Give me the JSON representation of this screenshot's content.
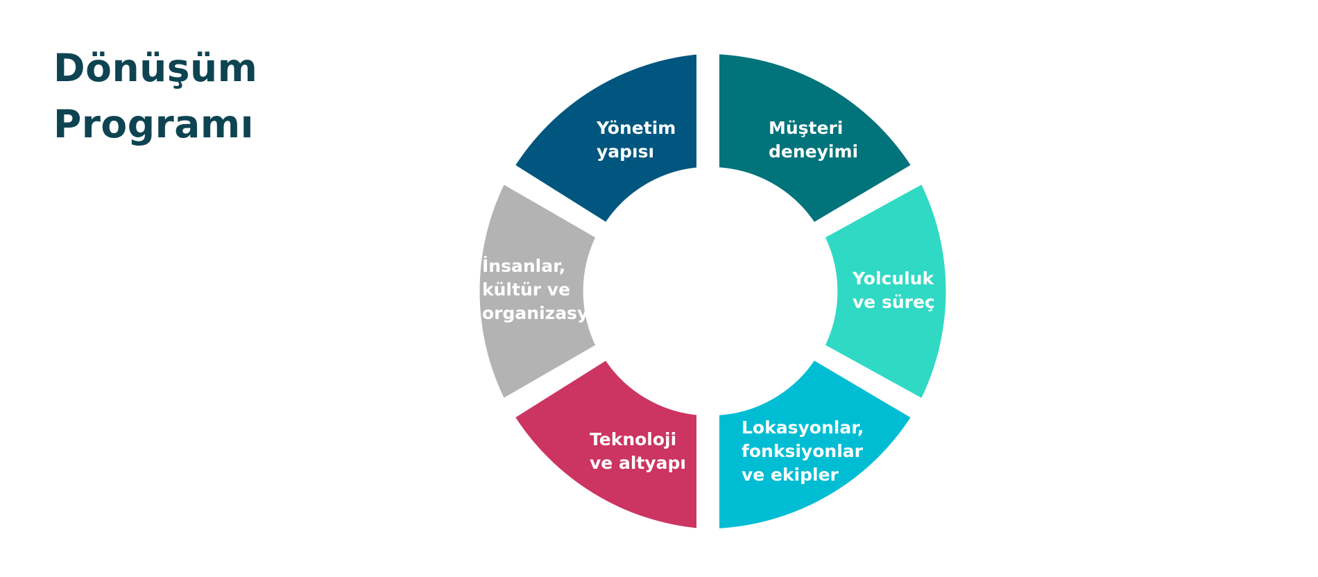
{
  "title": {
    "line1": "Dönüşüm",
    "line2": "Programı"
  },
  "diagram": {
    "type": "cycle-donut",
    "segments": [
      {
        "id": "yonetim",
        "color": "#00567e",
        "label_lines": [
          "Yönetim",
          "yapısı"
        ]
      },
      {
        "id": "musteri",
        "color": "#00737b",
        "label_lines": [
          "Müşteri",
          "deneyimi"
        ]
      },
      {
        "id": "yolculuk",
        "color": "#30d9c4",
        "label_lines": [
          "Yolculuk",
          "ve süreç"
        ]
      },
      {
        "id": "lokasyonlar",
        "color": "#00bdd3",
        "label_lines": [
          "Lokasyonlar,",
          "fonksiyonlar",
          "ve ekipler"
        ]
      },
      {
        "id": "teknoloji",
        "color": "#cc3462",
        "label_lines": [
          "Teknoloji",
          "ve altyapı"
        ]
      },
      {
        "id": "insanlar",
        "color": "#b3b3b3",
        "label_lines": [
          "İnsanlar,",
          "kültür ve",
          "organizasyon"
        ]
      }
    ]
  }
}
